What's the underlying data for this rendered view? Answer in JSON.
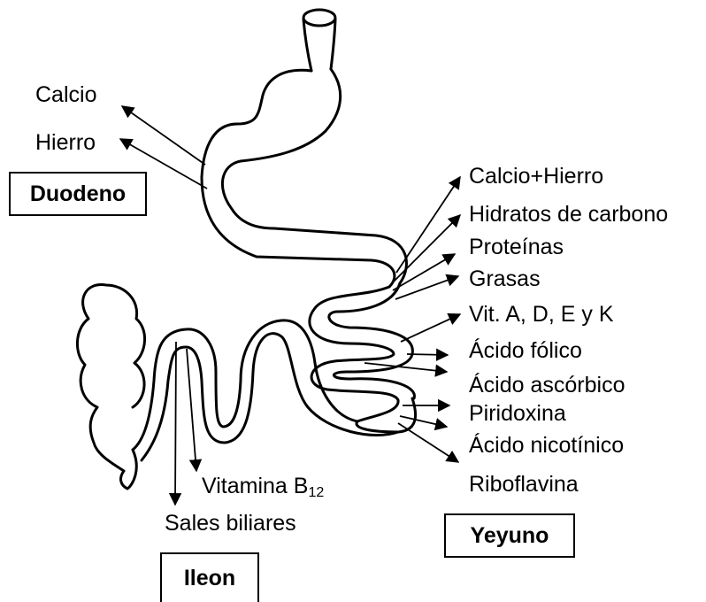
{
  "sections": {
    "duodeno": "Duodeno",
    "yeyuno": "Yeyuno",
    "ileon": "Ileon"
  },
  "duodeno_items": [
    "Calcio",
    "Hierro"
  ],
  "yeyuno_items": [
    "Calcio+Hierro",
    "Hidratos de carbono",
    "Proteínas",
    "Grasas",
    "Vit. A, D, E y K",
    "Ácido fólico",
    "Ácido ascórbico",
    "Piridoxina",
    "Ácido nicotínico",
    "Riboflavina"
  ],
  "ileon_items": {
    "vitamina_b12": "Vitamina B",
    "vitamina_b12_subscript": "12",
    "sales_biliares": "Sales biliares"
  }
}
